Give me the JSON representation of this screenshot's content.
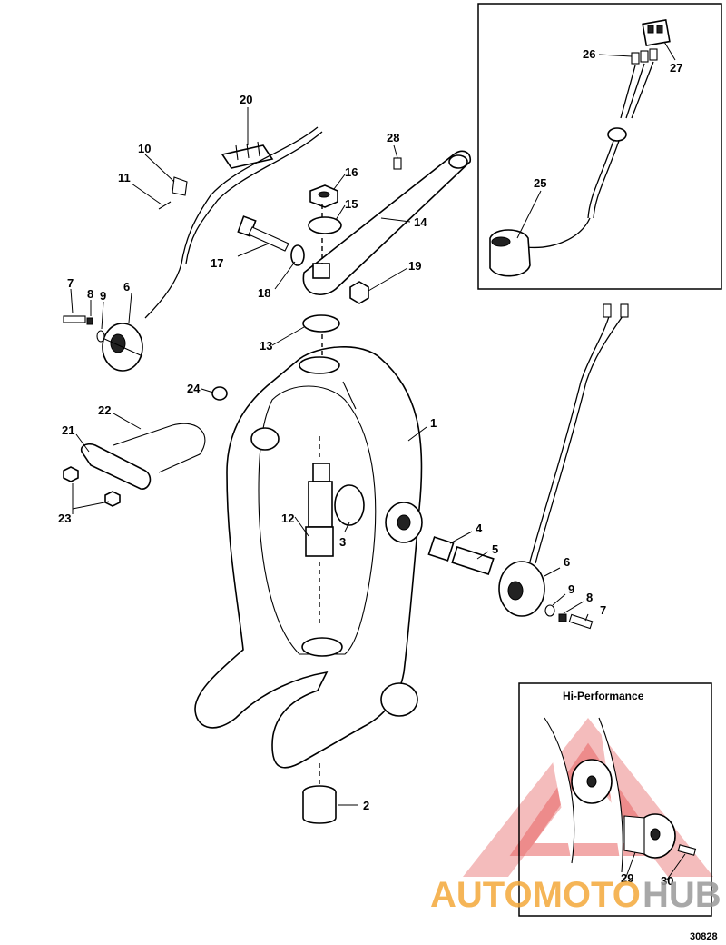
{
  "callouts": {
    "c1": "1",
    "c2": "2",
    "c3": "3",
    "c4": "4",
    "c5": "5",
    "c6a": "6",
    "c6b": "6",
    "c7a": "7",
    "c7b": "7",
    "c8a": "8",
    "c8b": "8",
    "c9a": "9",
    "c9b": "9",
    "c10": "10",
    "c11": "11",
    "c12": "12",
    "c13": "13",
    "c14": "14",
    "c15": "15",
    "c16": "16",
    "c17": "17",
    "c18": "18",
    "c19": "19",
    "c20": "20",
    "c21": "21",
    "c22": "22",
    "c23": "23",
    "c24": "24",
    "c25": "25",
    "c26": "26",
    "c27": "27",
    "c28": "28",
    "c29": "29",
    "c30": "30"
  },
  "inset_hi_performance": {
    "title": "Hi-Performance"
  },
  "figure_number": "30828",
  "watermark": {
    "word1": "AUTOMOTO",
    "word2": "HUB",
    "color1": "#f4a93a",
    "color2": "#9a9a9a",
    "logo_color": "#e03030"
  }
}
